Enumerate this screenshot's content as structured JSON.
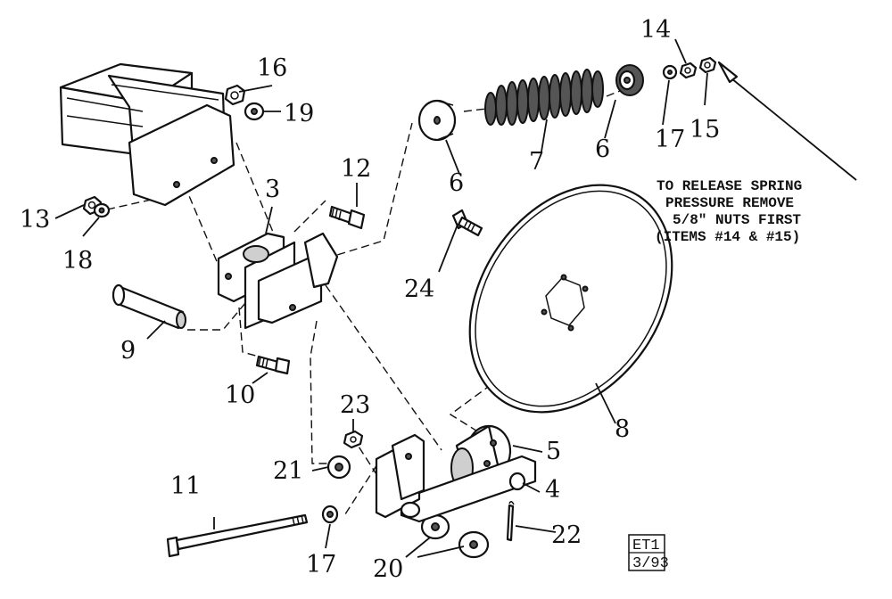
{
  "labels": {
    "n1": "3",
    "n2": "4",
    "n3": "5",
    "n4": "6",
    "n5": "6",
    "n6": "7",
    "n7": "8",
    "n8": "9",
    "n9": "10",
    "n10": "11",
    "n11": "12",
    "n12": "13",
    "n13": "14",
    "n14": "15",
    "n15": "16",
    "n16": "17",
    "n17": "17",
    "n18": "18",
    "n19": "19",
    "n20": "20",
    "n21": "21",
    "n22": "22",
    "n23": "23",
    "n24": "24"
  },
  "note": {
    "line1": "TO RELEASE SPRING",
    "line2": "PRESSURE REMOVE",
    "line3": "5/8\" NUTS FIRST",
    "line4": "(ITEMS #14 & #15)"
  },
  "stamp": {
    "code": "ET1",
    "date": "3/93"
  }
}
